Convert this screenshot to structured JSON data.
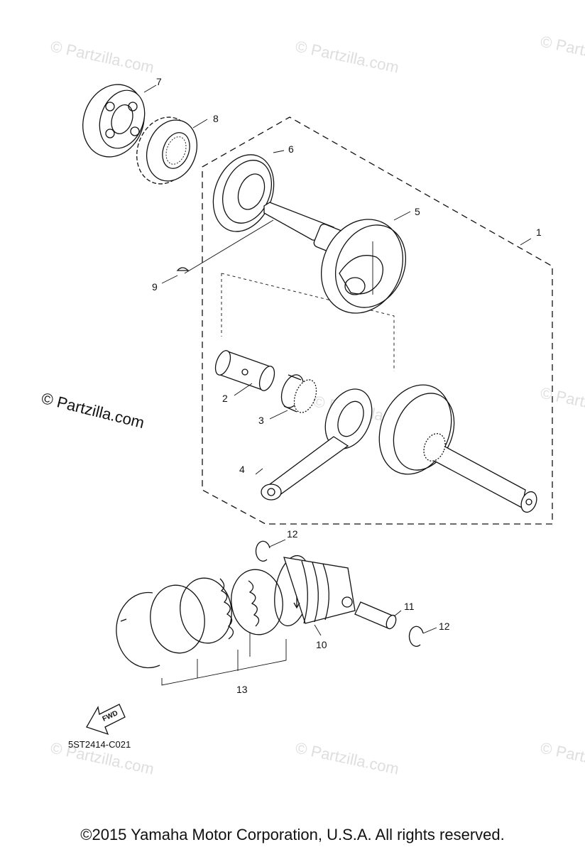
{
  "watermarks": {
    "small": "© Partzilla.com",
    "large": "© Partzilla.com"
  },
  "callouts": [
    "1",
    "2",
    "3",
    "4",
    "5",
    "6",
    "7",
    "8",
    "9",
    "10",
    "11",
    "12",
    "12",
    "13"
  ],
  "fwd_label": "FWD",
  "diagram_code": "5ST2414-C021",
  "copyright": "©2015  Yamaha Motor Corporation, U.S.A. All rights reserved."
}
